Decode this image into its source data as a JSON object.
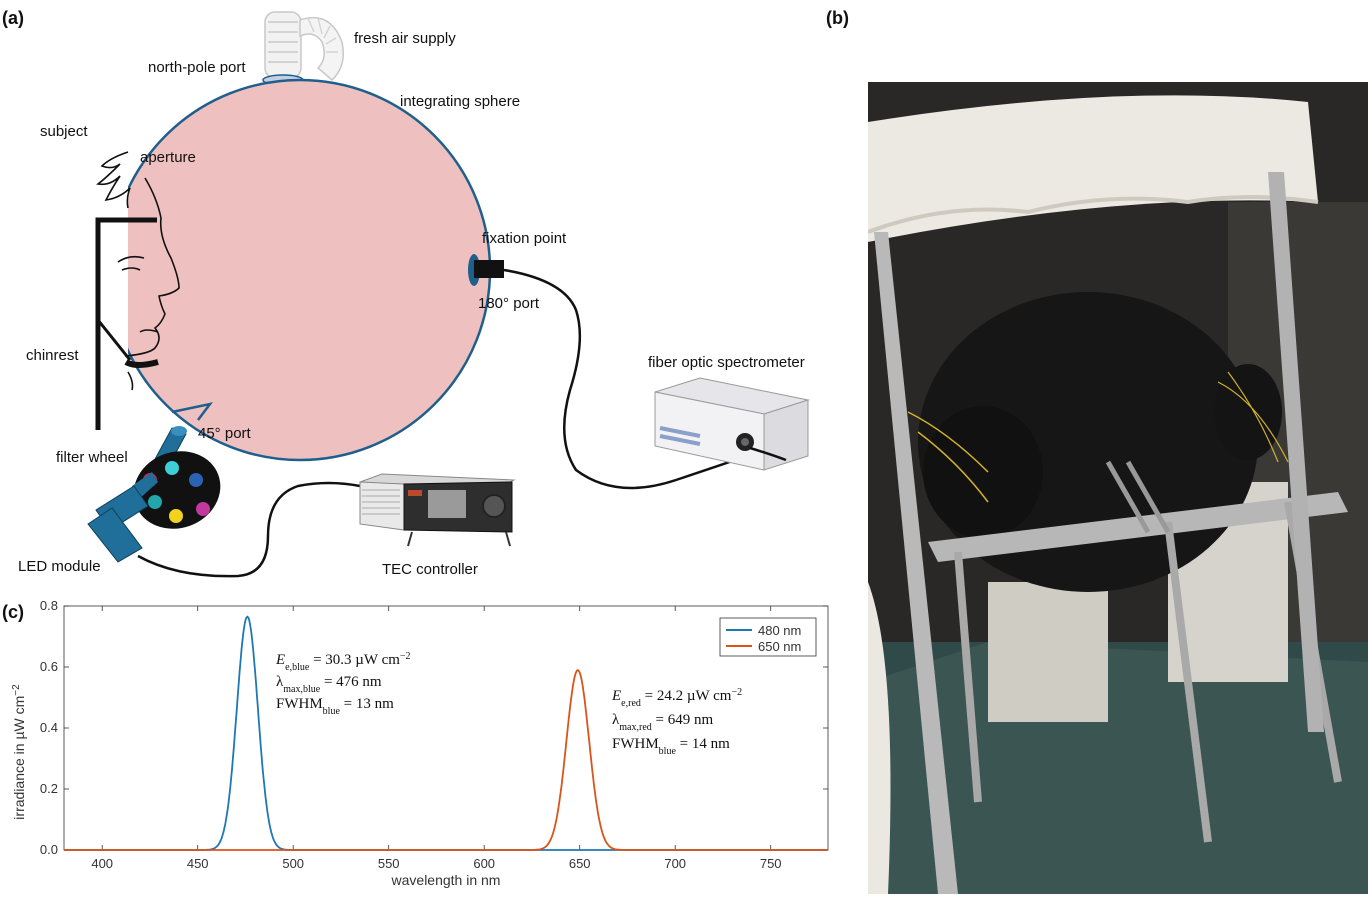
{
  "panels": {
    "a": "(a)",
    "b": "(b)",
    "c": "(c)"
  },
  "diagram": {
    "labels": {
      "fresh_air": "fresh air supply",
      "north_pole": "north-pole port",
      "sphere": "integrating sphere",
      "subject": "subject",
      "aperture": "aperture",
      "fixation": "fixation point",
      "port180": "180° port",
      "chinrest": "chinrest",
      "port45": "45° port",
      "filter_wheel": "filter wheel",
      "led_module": "LED module",
      "tec": "TEC controller",
      "spectrometer": "fiber optic spectrometer"
    },
    "colors": {
      "sphere_fill": "#efc0c0",
      "sphere_stroke": "#1f5f8c",
      "led_body": "#1f6f9a"
    },
    "filter_colors": [
      "#3ecfd6",
      "#2b62b3",
      "#c2389e",
      "#f1d21e",
      "#23a6a9",
      "#d8234a"
    ]
  },
  "photo": {
    "icon": "integrating-sphere-photo-icon"
  },
  "chart_data": {
    "type": "line",
    "xlabel": "wavelength in nm",
    "ylabel": "irradiance in µW cm",
    "ylabel_sup": "−2",
    "xlim": [
      380,
      780
    ],
    "ylim": [
      0,
      0.8
    ],
    "xticks": [
      400,
      450,
      500,
      550,
      600,
      650,
      700,
      750
    ],
    "yticks": [
      "0.0",
      "0.2",
      "0.4",
      "0.6",
      "0.8"
    ],
    "series": [
      {
        "name": "480 nm",
        "color": "#1f77b4",
        "peak": 476,
        "fwhm": 13,
        "max": 0.765
      },
      {
        "name": "650 nm",
        "color": "#d9541a",
        "peak": 649,
        "fwhm": 14,
        "max": 0.59
      }
    ],
    "annotations": {
      "blue": {
        "E": "E",
        "E_sub": "e,blue",
        "E_val": " = 30.3 µW cm",
        "E_sup": "−2",
        "L": "λ",
        "L_sub": "max,blue",
        "L_val": " = 476 nm",
        "F": "FWHM",
        "F_sub": "blue",
        "F_val": " = 13 nm"
      },
      "red": {
        "E": "E",
        "E_sub": "e,red",
        "E_val": " = 24.2 µW cm",
        "E_sup": "−2",
        "L": "λ",
        "L_sub": "max,red",
        "L_val": " = 649 nm",
        "F": "FWHM",
        "F_sub": "blue",
        "F_val": " = 14 nm"
      }
    }
  }
}
